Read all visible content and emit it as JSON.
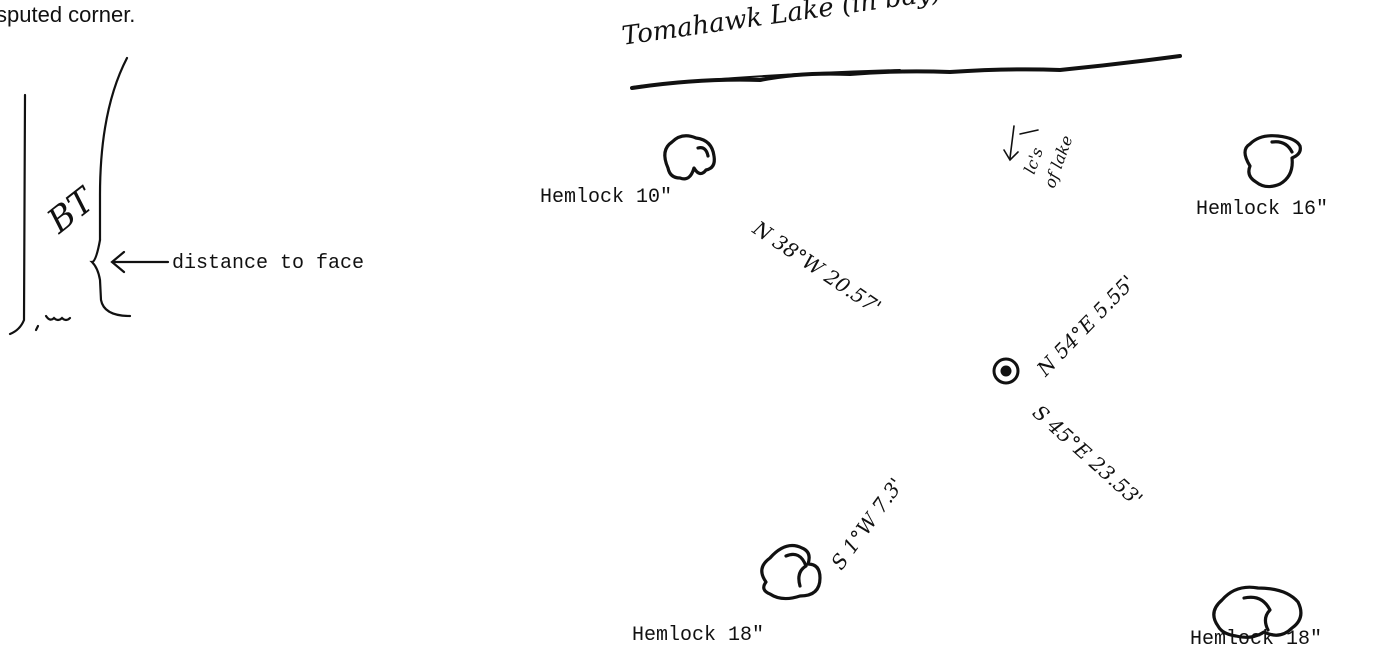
{
  "intro_text": "sputed corner.",
  "left_sketch": {
    "tree_label": "BT",
    "pointer_label": "distance to face"
  },
  "diagram": {
    "lake_label": "Tomahawk Lake (in bay)",
    "lake_note_line1": "lc's",
    "lake_note_line2": "of lake",
    "trees": [
      {
        "label": "Hemlock 10\""
      },
      {
        "label": "Hemlock 16\""
      },
      {
        "label": "Hemlock 18\""
      },
      {
        "label": "Hemlock 18\""
      }
    ],
    "bearings": [
      {
        "text": "N 38°W 20.57'"
      },
      {
        "text": "N 54°E 5.55'"
      },
      {
        "text": "S 1°W 7.3'"
      },
      {
        "text": "S 45°E 23.53'"
      }
    ]
  }
}
